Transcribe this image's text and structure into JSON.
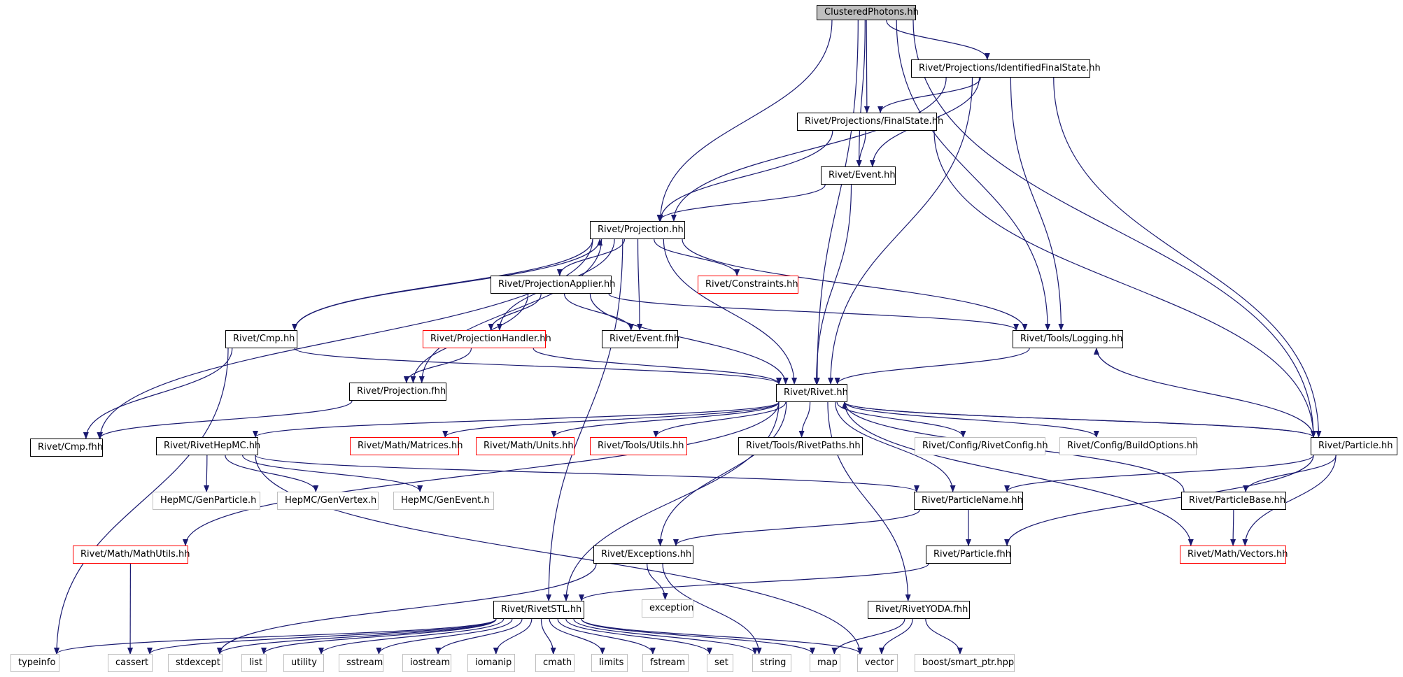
{
  "colors": {
    "edge": "#191970",
    "root_fill": "#bfbfbf",
    "external_border": "#bfbfbf",
    "truncated_border": "#ff0000",
    "normal_border": "#000000"
  },
  "nodes": {
    "clustered": {
      "label": "ClusteredPhotons.hh",
      "kind": "root"
    },
    "ifs": {
      "label": "Rivet/Projections/IdentifiedFinalState.hh",
      "kind": "normal"
    },
    "fs": {
      "label": "Rivet/Projections/FinalState.hh",
      "kind": "normal"
    },
    "event": {
      "label": "Rivet/Event.hh",
      "kind": "normal"
    },
    "projection": {
      "label": "Rivet/Projection.hh",
      "kind": "normal"
    },
    "papplier": {
      "label": "Rivet/ProjectionApplier.hh",
      "kind": "normal"
    },
    "constraints": {
      "label": "Rivet/Constraints.hh",
      "kind": "truncated"
    },
    "cmp": {
      "label": "Rivet/Cmp.hh",
      "kind": "normal"
    },
    "phandler": {
      "label": "Rivet/ProjectionHandler.hh",
      "kind": "truncated"
    },
    "eventfhh": {
      "label": "Rivet/Event.fhh",
      "kind": "normal"
    },
    "logging": {
      "label": "Rivet/Tools/Logging.hh",
      "kind": "normal"
    },
    "projfhh": {
      "label": "Rivet/Projection.fhh",
      "kind": "normal"
    },
    "rivet": {
      "label": "Rivet/Rivet.hh",
      "kind": "normal"
    },
    "cmpfhh": {
      "label": "Rivet/Cmp.fhh",
      "kind": "normal"
    },
    "hepmc": {
      "label": "Rivet/RivetHepMC.hh",
      "kind": "normal"
    },
    "matrices": {
      "label": "Rivet/Math/Matrices.hh",
      "kind": "truncated"
    },
    "units": {
      "label": "Rivet/Math/Units.hh",
      "kind": "truncated"
    },
    "utils": {
      "label": "Rivet/Tools/Utils.hh",
      "kind": "truncated"
    },
    "rivetpaths": {
      "label": "Rivet/Tools/RivetPaths.hh",
      "kind": "normal"
    },
    "rivetconfig": {
      "label": "Rivet/Config/RivetConfig.hh",
      "kind": "external"
    },
    "buildopts": {
      "label": "Rivet/Config/BuildOptions.hh",
      "kind": "external"
    },
    "particle": {
      "label": "Rivet/Particle.hh",
      "kind": "normal"
    },
    "genparticle": {
      "label": "HepMC/GenParticle.h",
      "kind": "external"
    },
    "genvertex": {
      "label": "HepMC/GenVertex.h",
      "kind": "external"
    },
    "genevent": {
      "label": "HepMC/GenEvent.h",
      "kind": "external"
    },
    "pname": {
      "label": "Rivet/ParticleName.hh",
      "kind": "normal"
    },
    "pbase": {
      "label": "Rivet/ParticleBase.hh",
      "kind": "normal"
    },
    "mathutils": {
      "label": "Rivet/Math/MathUtils.hh",
      "kind": "truncated"
    },
    "exceptions": {
      "label": "Rivet/Exceptions.hh",
      "kind": "normal"
    },
    "particlefhh": {
      "label": "Rivet/Particle.fhh",
      "kind": "normal"
    },
    "vectors": {
      "label": "Rivet/Math/Vectors.hh",
      "kind": "truncated"
    },
    "exception": {
      "label": "exception",
      "kind": "external"
    },
    "rivetstl": {
      "label": "Rivet/RivetSTL.hh",
      "kind": "normal"
    },
    "yodafhh": {
      "label": "Rivet/RivetYODA.fhh",
      "kind": "normal"
    },
    "typeinfo": {
      "label": "typeinfo",
      "kind": "external"
    },
    "cassert": {
      "label": "cassert",
      "kind": "external"
    },
    "stdexcept": {
      "label": "stdexcept",
      "kind": "external"
    },
    "list": {
      "label": "list",
      "kind": "external"
    },
    "utility": {
      "label": "utility",
      "kind": "external"
    },
    "sstream": {
      "label": "sstream",
      "kind": "external"
    },
    "iostream": {
      "label": "iostream",
      "kind": "external"
    },
    "iomanip": {
      "label": "iomanip",
      "kind": "external"
    },
    "cmath": {
      "label": "cmath",
      "kind": "external"
    },
    "limits": {
      "label": "limits",
      "kind": "external"
    },
    "fstream": {
      "label": "fstream",
      "kind": "external"
    },
    "set": {
      "label": "set",
      "kind": "external"
    },
    "string": {
      "label": "string",
      "kind": "external"
    },
    "map": {
      "label": "map",
      "kind": "external"
    },
    "vector": {
      "label": "vector",
      "kind": "external"
    },
    "smartptr": {
      "label": "boost/smart_ptr.hpp",
      "kind": "external"
    }
  },
  "edges": [
    [
      "clustered",
      "ifs"
    ],
    [
      "clustered",
      "fs"
    ],
    [
      "clustered",
      "event"
    ],
    [
      "clustered",
      "projection"
    ],
    [
      "clustered",
      "rivet"
    ],
    [
      "clustered",
      "logging"
    ],
    [
      "clustered",
      "particle"
    ],
    [
      "ifs",
      "fs"
    ],
    [
      "ifs",
      "event"
    ],
    [
      "ifs",
      "projection"
    ],
    [
      "ifs",
      "rivet"
    ],
    [
      "ifs",
      "logging"
    ],
    [
      "ifs",
      "particle"
    ],
    [
      "fs",
      "event"
    ],
    [
      "fs",
      "projection"
    ],
    [
      "fs",
      "particle"
    ],
    [
      "event",
      "projection"
    ],
    [
      "event",
      "rivet"
    ],
    [
      "projection",
      "papplier"
    ],
    [
      "projection",
      "constraints"
    ],
    [
      "projection",
      "cmp"
    ],
    [
      "projection",
      "phandler"
    ],
    [
      "projection",
      "eventfhh"
    ],
    [
      "projection",
      "logging"
    ],
    [
      "projection",
      "projfhh"
    ],
    [
      "projection",
      "rivet"
    ],
    [
      "projection",
      "cmpfhh"
    ],
    [
      "projection",
      "rivetstl"
    ],
    [
      "papplier",
      "phandler"
    ],
    [
      "papplier",
      "eventfhh"
    ],
    [
      "papplier",
      "logging"
    ],
    [
      "papplier",
      "projfhh"
    ],
    [
      "papplier",
      "rivet"
    ],
    [
      "cmp",
      "projection"
    ],
    [
      "cmp",
      "rivet"
    ],
    [
      "cmp",
      "cmpfhh"
    ],
    [
      "cmp",
      "typeinfo"
    ],
    [
      "phandler",
      "projfhh"
    ],
    [
      "phandler",
      "rivet"
    ],
    [
      "logging",
      "rivet"
    ],
    [
      "projfhh",
      "cmpfhh"
    ],
    [
      "rivet",
      "hepmc"
    ],
    [
      "rivet",
      "matrices"
    ],
    [
      "rivet",
      "units"
    ],
    [
      "rivet",
      "utils"
    ],
    [
      "rivet",
      "rivetpaths"
    ],
    [
      "rivet",
      "rivetconfig"
    ],
    [
      "rivet",
      "buildopts"
    ],
    [
      "rivet",
      "particle"
    ],
    [
      "rivet",
      "mathutils"
    ],
    [
      "rivet",
      "exceptions"
    ],
    [
      "rivet",
      "pname"
    ],
    [
      "rivet",
      "vectors"
    ],
    [
      "rivet",
      "yodafhh"
    ],
    [
      "rivet",
      "rivetstl"
    ],
    [
      "hepmc",
      "genparticle"
    ],
    [
      "hepmc",
      "genvertex"
    ],
    [
      "hepmc",
      "genevent"
    ],
    [
      "hepmc",
      "pname"
    ],
    [
      "hepmc",
      "vector"
    ],
    [
      "particle",
      "logging"
    ],
    [
      "particle",
      "pname"
    ],
    [
      "particle",
      "pbase"
    ],
    [
      "particle",
      "particlefhh"
    ],
    [
      "particle",
      "vectors"
    ],
    [
      "particle",
      "rivet"
    ],
    [
      "pbase",
      "rivet"
    ],
    [
      "pbase",
      "vectors"
    ],
    [
      "pname",
      "exceptions"
    ],
    [
      "pname",
      "particlefhh"
    ],
    [
      "particlefhh",
      "rivetstl"
    ],
    [
      "exceptions",
      "exception"
    ],
    [
      "exceptions",
      "stdexcept"
    ],
    [
      "exceptions",
      "string"
    ],
    [
      "mathutils",
      "cassert"
    ],
    [
      "rivetstl",
      "typeinfo"
    ],
    [
      "rivetstl",
      "cassert"
    ],
    [
      "rivetstl",
      "stdexcept"
    ],
    [
      "rivetstl",
      "list"
    ],
    [
      "rivetstl",
      "utility"
    ],
    [
      "rivetstl",
      "sstream"
    ],
    [
      "rivetstl",
      "iostream"
    ],
    [
      "rivetstl",
      "iomanip"
    ],
    [
      "rivetstl",
      "cmath"
    ],
    [
      "rivetstl",
      "limits"
    ],
    [
      "rivetstl",
      "fstream"
    ],
    [
      "rivetstl",
      "set"
    ],
    [
      "rivetstl",
      "string"
    ],
    [
      "rivetstl",
      "map"
    ],
    [
      "rivetstl",
      "vector"
    ],
    [
      "yodafhh",
      "map"
    ],
    [
      "yodafhh",
      "vector"
    ],
    [
      "yodafhh",
      "smartptr"
    ]
  ]
}
